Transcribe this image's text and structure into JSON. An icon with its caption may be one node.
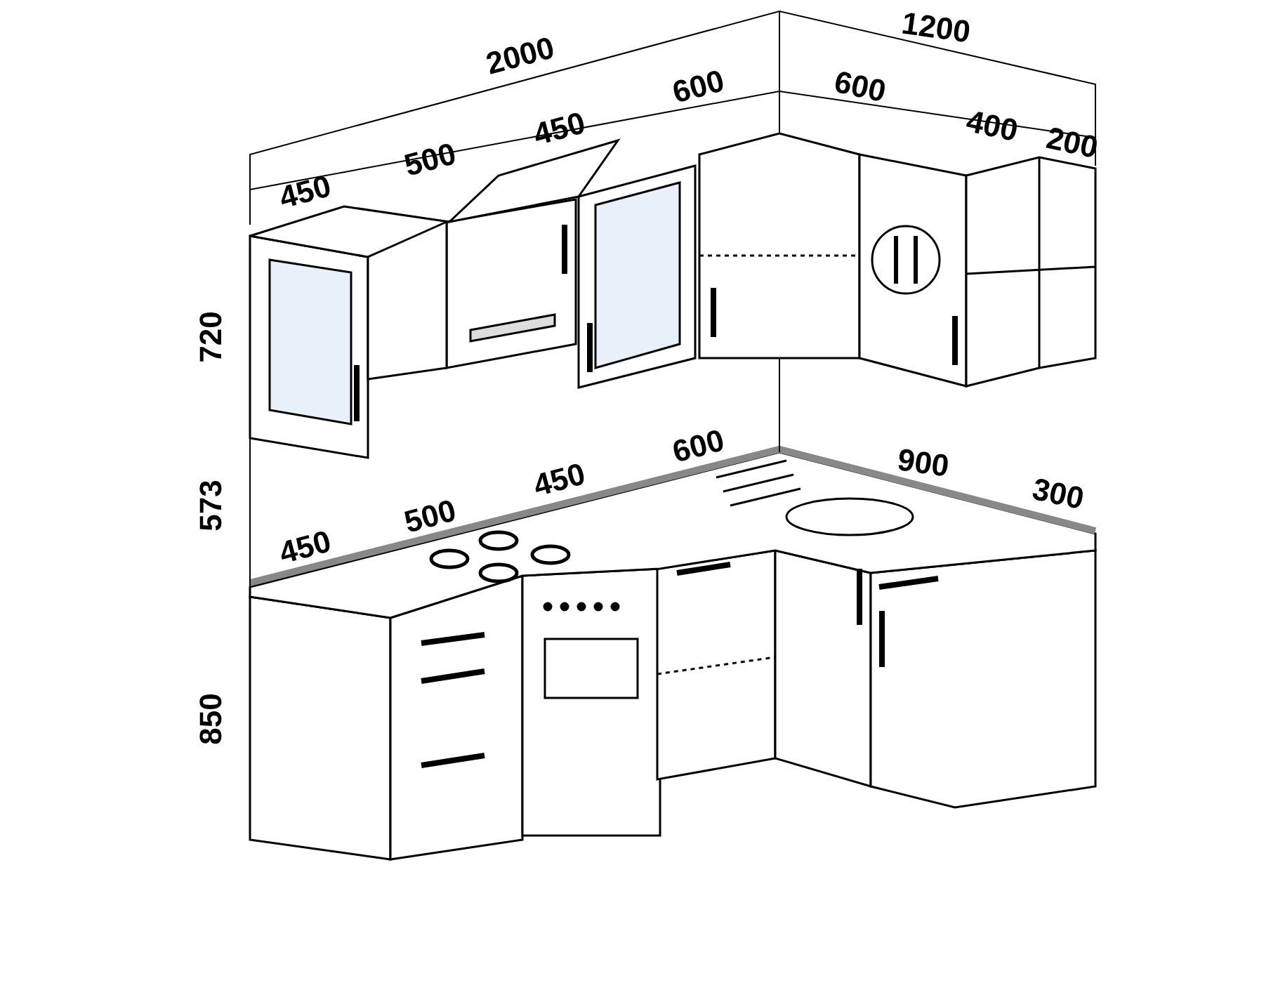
{
  "diagram": {
    "labels": [
      "1200",
      "2000",
      "600",
      "600",
      "450",
      "400",
      "200",
      "500",
      "450",
      "720",
      "600",
      "900",
      "450",
      "300",
      "573",
      "500",
      "450",
      "850"
    ]
  }
}
